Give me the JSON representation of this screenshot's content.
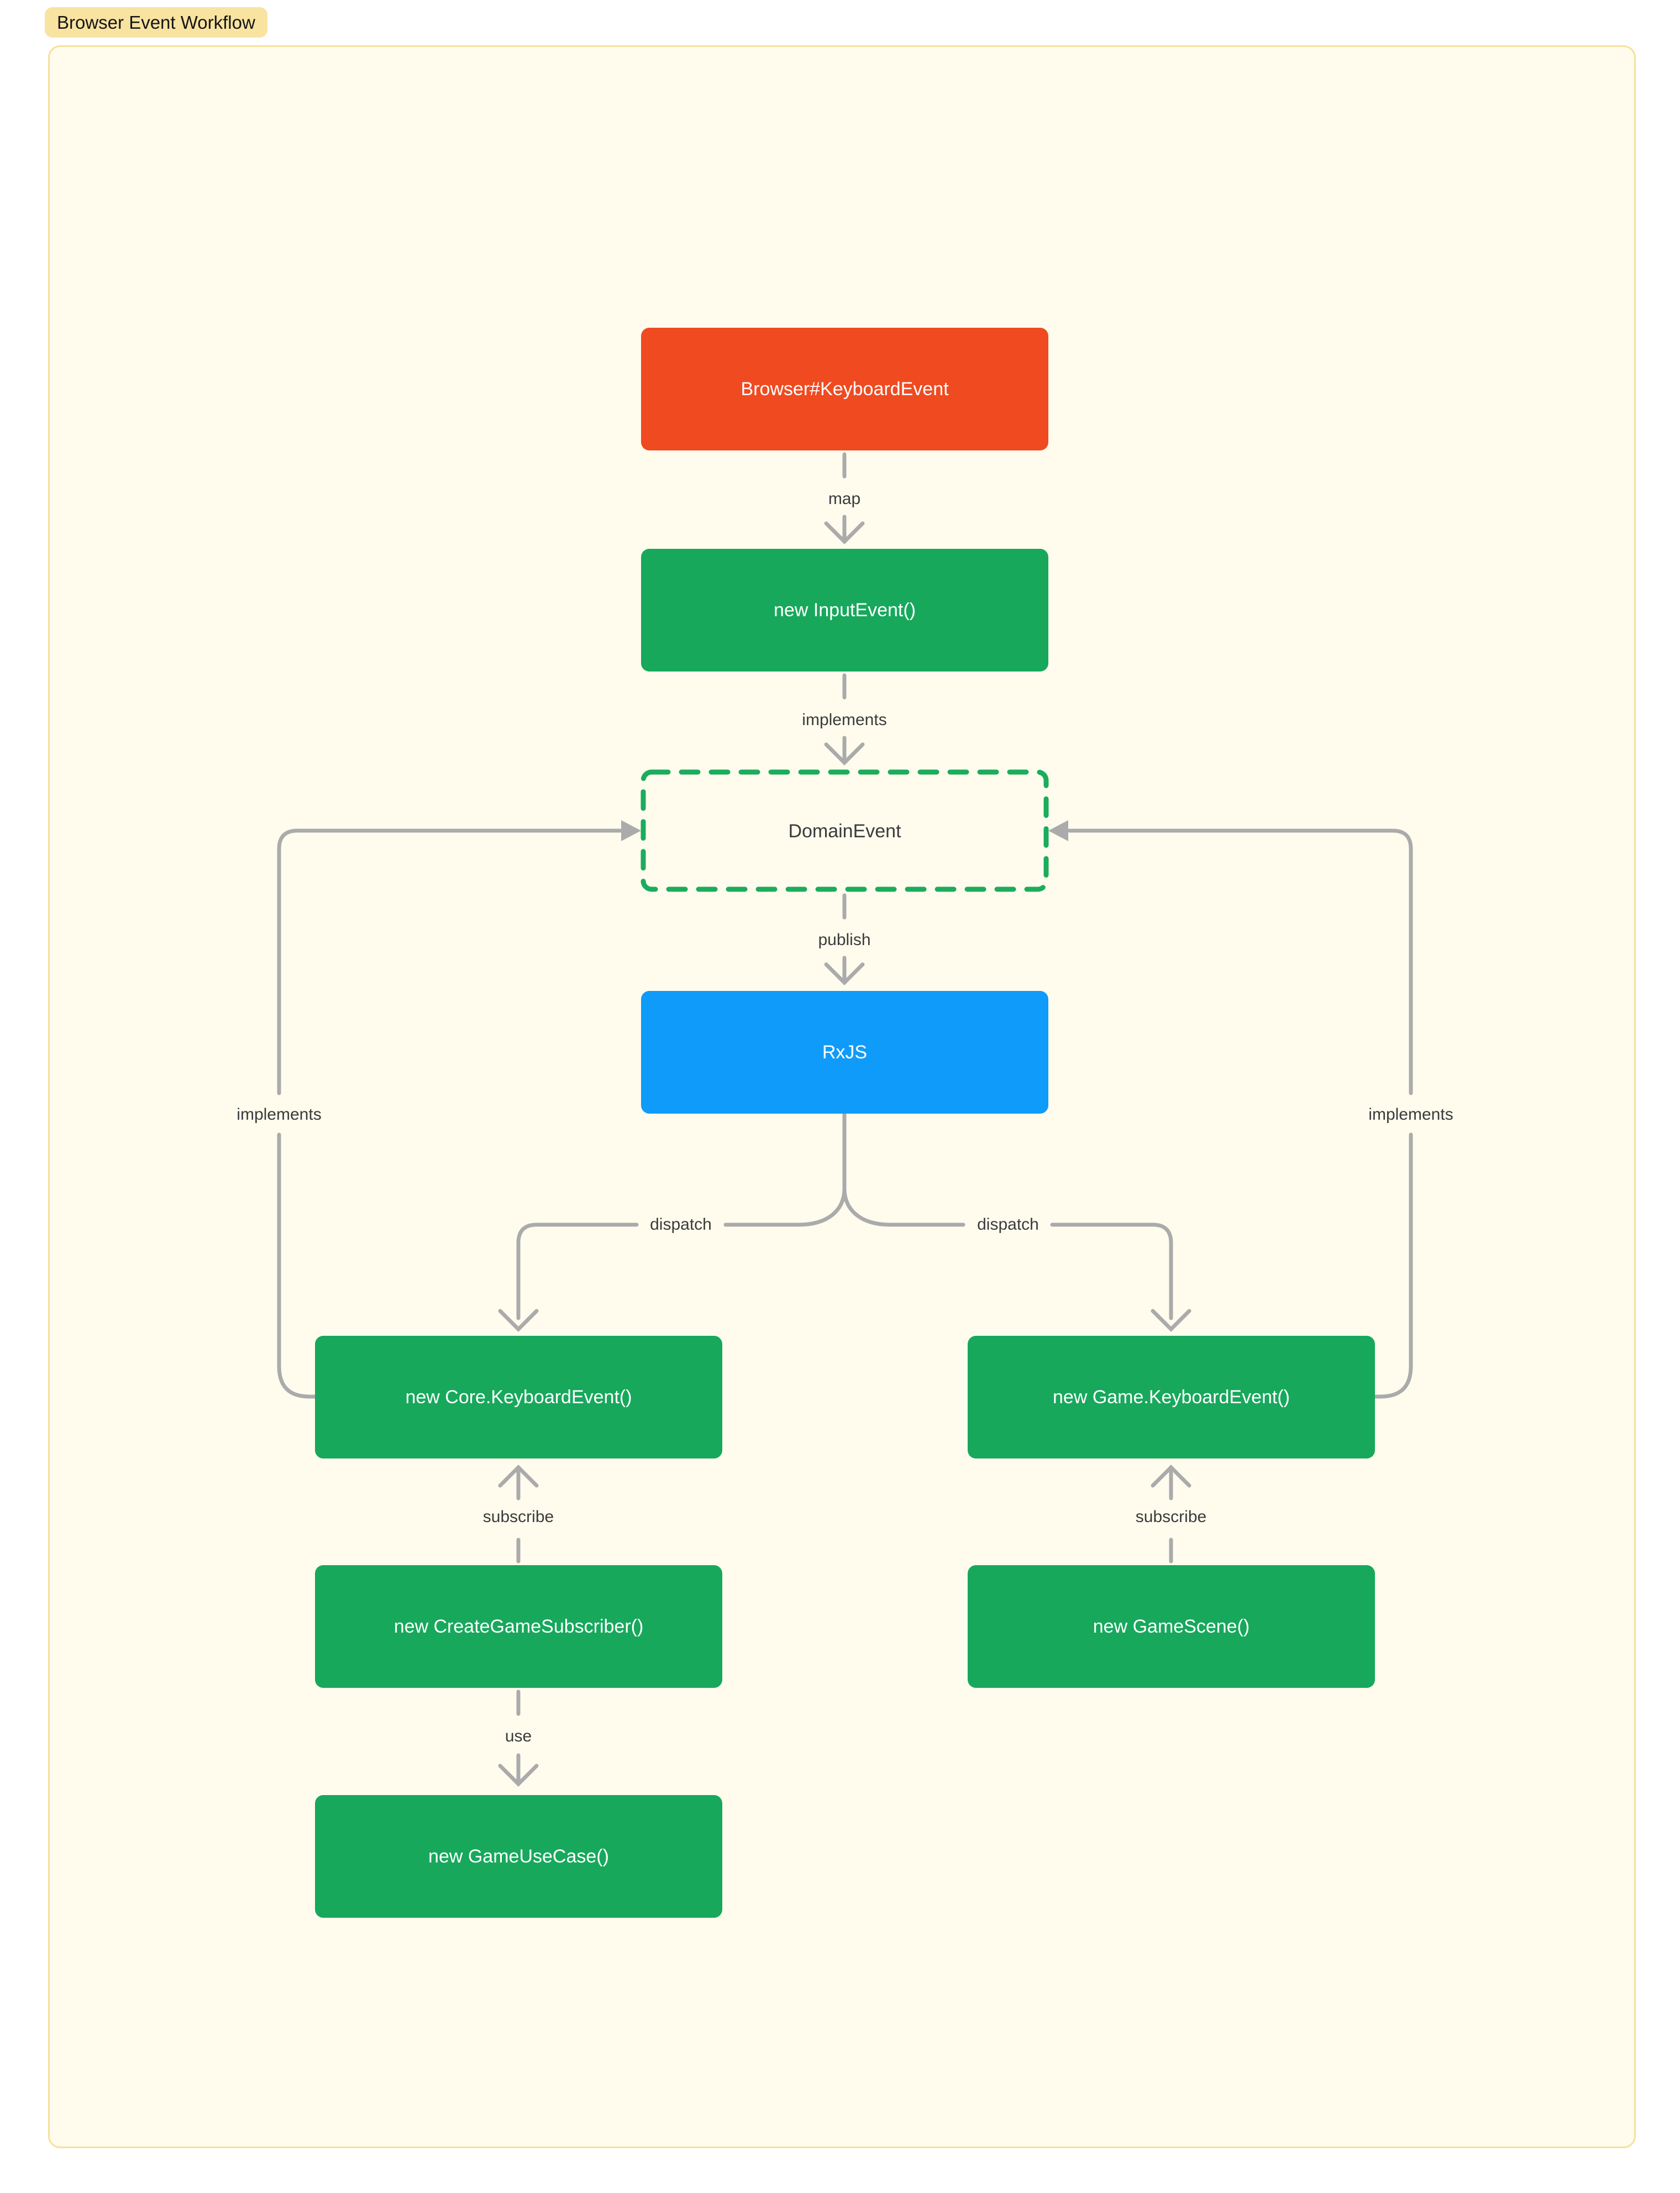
{
  "title_badge": "Browser Event Workflow",
  "colors": {
    "page_background": "#FFFFFF",
    "frame_background": "#FFFCEE",
    "frame_border": "#F6E09B",
    "badge_background": "#F8E3A1",
    "node_red": "#F04A21",
    "node_green": "#17A85C",
    "node_blue": "#0F9BFA",
    "dashed_border_green": "#1BAC5C",
    "connector_gray": "#ABABAB",
    "label_text": "#3B3B3B"
  },
  "diagram": {
    "nodes": [
      {
        "id": "browser-keyboard-event",
        "label": "Browser#KeyboardEvent",
        "shape": "solid",
        "color": "#F04A21"
      },
      {
        "id": "new-input-event",
        "label": "new InputEvent()",
        "shape": "solid",
        "color": "#17A85C"
      },
      {
        "id": "domain-event",
        "label": "DomainEvent",
        "shape": "dashed",
        "color": "#1BAC5C"
      },
      {
        "id": "rxjs",
        "label": "RxJS",
        "shape": "solid",
        "color": "#0F9BFA"
      },
      {
        "id": "new-core-keyboard-event",
        "label": "new Core.KeyboardEvent()",
        "shape": "solid",
        "color": "#17A85C"
      },
      {
        "id": "new-game-keyboard-event",
        "label": "new Game.KeyboardEvent()",
        "shape": "solid",
        "color": "#17A85C"
      },
      {
        "id": "new-create-game-subscriber",
        "label": "new CreateGameSubscriber()",
        "shape": "solid",
        "color": "#17A85C"
      },
      {
        "id": "new-game-scene",
        "label": "new GameScene()",
        "shape": "solid",
        "color": "#17A85C"
      },
      {
        "id": "new-game-use-case",
        "label": "new GameUseCase()",
        "shape": "solid",
        "color": "#17A85C"
      }
    ],
    "edges": [
      {
        "from": "browser-keyboard-event",
        "to": "new-input-event",
        "label": "map"
      },
      {
        "from": "new-input-event",
        "to": "domain-event",
        "label": "implements"
      },
      {
        "from": "domain-event",
        "to": "rxjs",
        "label": "publish"
      },
      {
        "from": "rxjs",
        "to": "new-core-keyboard-event",
        "label": "dispatch"
      },
      {
        "from": "rxjs",
        "to": "new-game-keyboard-event",
        "label": "dispatch"
      },
      {
        "from": "new-create-game-subscriber",
        "to": "new-core-keyboard-event",
        "label": "subscribe"
      },
      {
        "from": "new-game-scene",
        "to": "new-game-keyboard-event",
        "label": "subscribe"
      },
      {
        "from": "new-create-game-subscriber",
        "to": "new-game-use-case",
        "label": "use"
      },
      {
        "from": "new-core-keyboard-event",
        "to": "domain-event",
        "label": "implements"
      },
      {
        "from": "new-game-keyboard-event",
        "to": "domain-event",
        "label": "implements"
      }
    ]
  }
}
